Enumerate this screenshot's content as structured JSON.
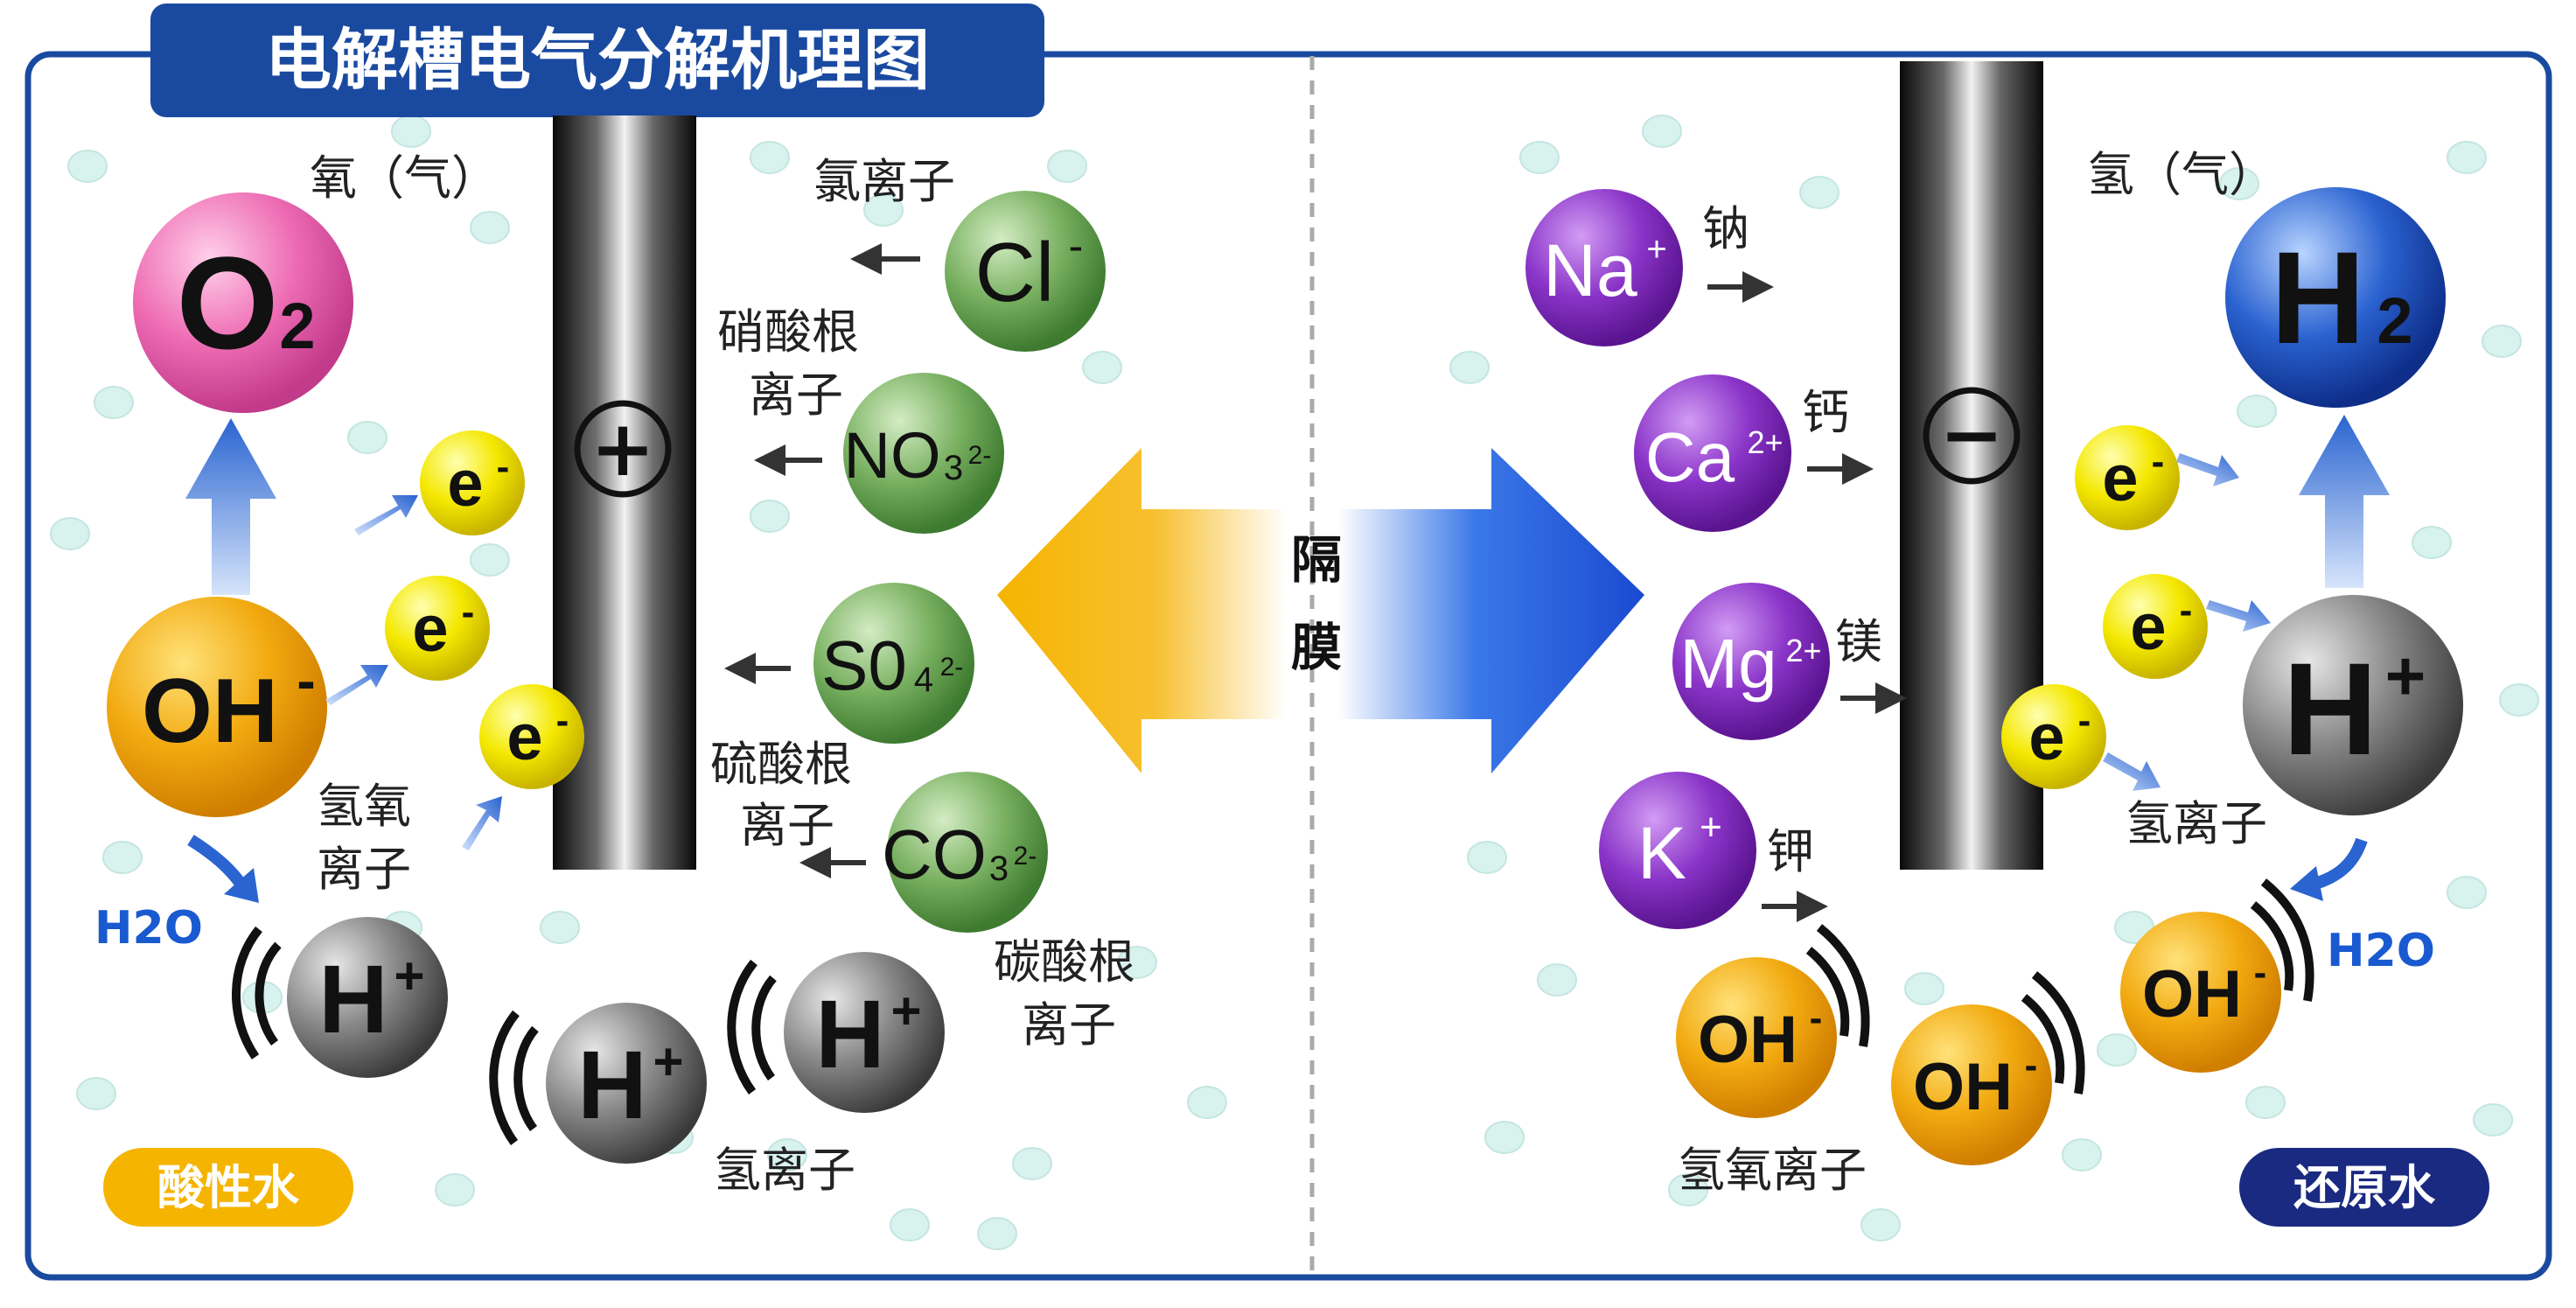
{
  "title": "电解槽电气分解机理图",
  "membrane_label": "隔膜",
  "left": {
    "oxygen_label": "氧（气）",
    "oxygen_formula": "O",
    "oxygen_sub": "2",
    "hydroxide_left": "OH",
    "hydroxide_sup": "-",
    "electron": "e",
    "electron_sup": "-",
    "hydroxide_ion_label_line1": "氢氧",
    "hydroxide_ion_label_line2": "离子",
    "water": "H2O",
    "proton": "H",
    "proton_sup": "+",
    "hydrogen_ion_label": "氢离子",
    "anode_sign": "+",
    "badge": "酸性水",
    "anions": [
      {
        "symbol": "Cl",
        "sup": "-",
        "label_lines": [
          "氯离子"
        ]
      },
      {
        "symbol": "NO",
        "sub": "3",
        "sup": "2-",
        "label_lines": [
          "硝酸根",
          "离子"
        ]
      },
      {
        "symbol": "S0",
        "sub": "4",
        "sup": "2-",
        "label_lines": [
          "硫酸根",
          "离子"
        ]
      },
      {
        "symbol": "CO",
        "sub": "3",
        "sup": "2-",
        "label_lines": [
          "碳酸根",
          "离子"
        ]
      }
    ]
  },
  "right": {
    "hydrogen_label": "氢（气）",
    "hydrogen_formula": "H",
    "hydrogen_sub": "2",
    "cathode_sign": "−",
    "proton": "H",
    "proton_sup": "+",
    "hydrogen_ion_label": "氢离子",
    "water": "H2O",
    "electron": "e",
    "electron_sup": "-",
    "hydroxide": "OH",
    "hydroxide_sup": "-",
    "hydroxide_ion_label": "氢氧离子",
    "badge": "还原水",
    "cations": [
      {
        "symbol": "Na",
        "sup": "+",
        "label": "钠"
      },
      {
        "symbol": "Ca",
        "sup": "2+",
        "label": "钙"
      },
      {
        "symbol": "Mg",
        "sup": "2+",
        "label": "镁"
      },
      {
        "symbol": "K",
        "sup": "+",
        "label": "钾"
      }
    ]
  },
  "colors": {
    "frame": "#1a4aa0",
    "title_bg": "#1a4aa0",
    "oxygen": "#e85aa8",
    "hydroxide": "#f0a800",
    "electron": "#f2e600",
    "proton": "#555555",
    "anion": "#5a9a48",
    "cation": "#7a28b8",
    "hydrogen": "#1a4ab8",
    "arrow_left": "#f5b400",
    "arrow_right": "#1a5ad8",
    "badge_left": "#f5b400",
    "badge_right": "#1a2a80"
  }
}
